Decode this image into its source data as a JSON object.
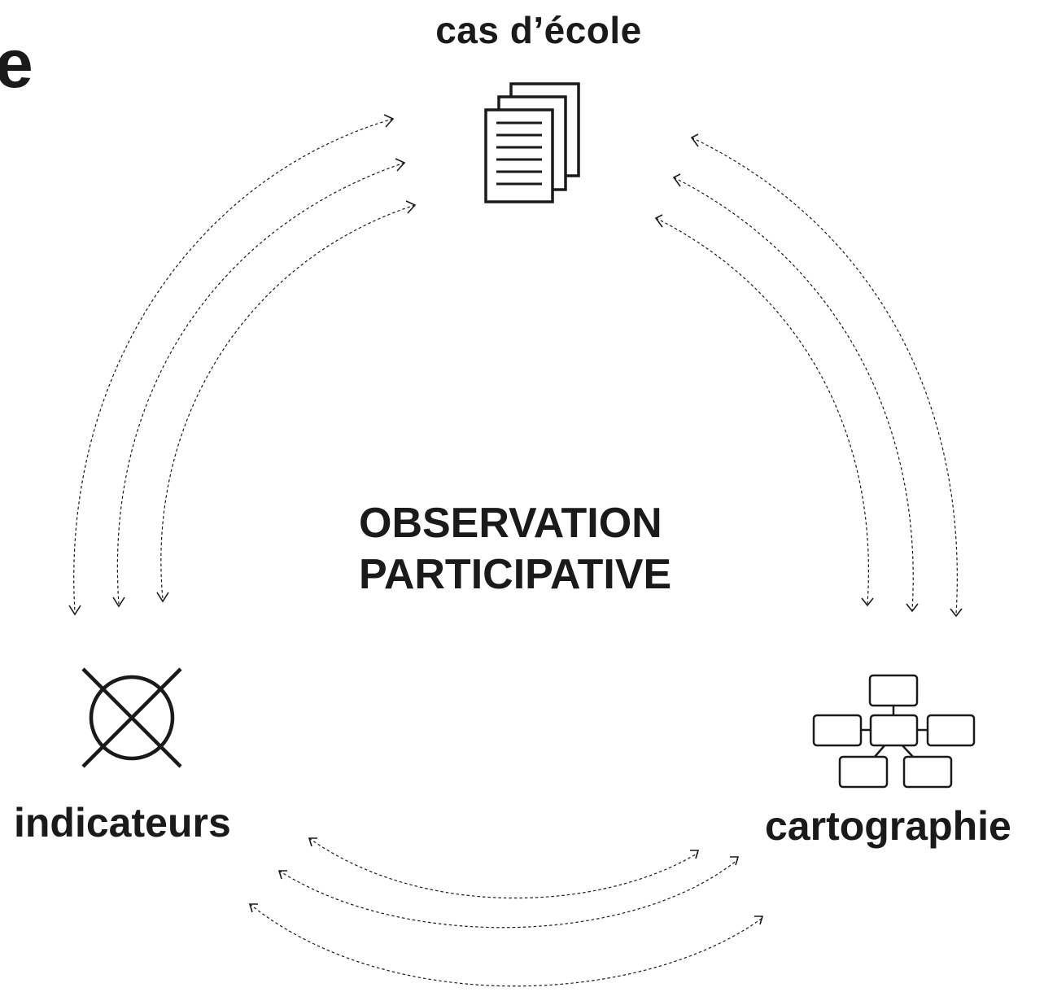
{
  "fragment": "e",
  "top_label": "cas d’école",
  "center": {
    "line1": "OBSERVATION",
    "line2": "PARTICIPATIVE"
  },
  "left_label": "indicateurs",
  "right_label": "cartographie",
  "icons": {
    "top": "documents-icon",
    "left": "crossed-circle-icon",
    "right": "network-diagram-icon"
  },
  "colors": {
    "ink": "#1a1a1a",
    "background": "#ffffff"
  }
}
